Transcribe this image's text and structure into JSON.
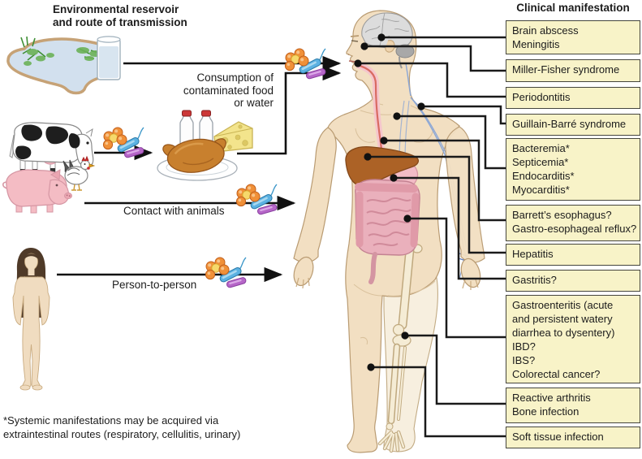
{
  "headers": {
    "left_line1": "Environmental reservoir",
    "left_line2": "and route of transmission",
    "right": "Clinical manifestation"
  },
  "routes": {
    "consumption_line1": "Consumption of",
    "consumption_line2": "contaminated food",
    "consumption_line3": "or water",
    "contact_animals": "Contact with animals",
    "person_to_person": "Person-to-person"
  },
  "manifestations": [
    {
      "lines": [
        "Brain abscess",
        "Meningitis"
      ]
    },
    {
      "lines": [
        "Miller-Fisher syndrome"
      ]
    },
    {
      "lines": [
        "Periodontitis"
      ]
    },
    {
      "lines": [
        "Guillain-Barré syndrome"
      ]
    },
    {
      "lines": [
        "Bacteremia*",
        "Septicemia*",
        "Endocarditis*",
        "Myocarditis*"
      ]
    },
    {
      "lines": [
        "Barrett’s esophagus?",
        "Gastro-esophageal reflux?"
      ]
    },
    {
      "lines": [
        "Hepatitis"
      ]
    },
    {
      "lines": [
        "Gastritis?"
      ]
    },
    {
      "lines": [
        "Gastroenteritis (acute",
        "and persistent watery",
        "diarrhea to dysentery)",
        "IBD?",
        "IBS?",
        "Colorectal cancer?"
      ]
    },
    {
      "lines": [
        "Reactive arthritis",
        "Bone infection"
      ]
    },
    {
      "lines": [
        "Soft tissue infection"
      ]
    }
  ],
  "footnote": {
    "line1": "*Systemic manifestations may be acquired via",
    "line2": "extraintestinal routes (respiratory, cellulitis, urinary)"
  },
  "icons": {
    "bacteria": "bacteria-cluster-icon",
    "pond": "pond-reservoir-icon",
    "glass": "water-glass-icon",
    "cow": "cow-icon",
    "hen": "hen-icon",
    "pig": "pig-icon",
    "milk": "milk-bottles-icon",
    "cheese": "cheese-icon",
    "chicken": "roast-chicken-icon",
    "woman": "person-icon",
    "body": "human-body-anatomy-icon"
  },
  "palette": {
    "box_fill": "#f8f3c8",
    "box_border": "#45453d",
    "connector": "#1a1a1a",
    "skin": "#f2dfc2",
    "liver": "#ac6226",
    "stomach": "#f2bcc6",
    "intestine": "#eab0bc",
    "nerve": "#8aa6d6",
    "brain": "#dcdcdc",
    "bone": "#f5ecd5",
    "bacteria_orange": "#f09038",
    "bacteria_blue": "#5cb2e2",
    "bacteria_purple": "#b666c8",
    "pond_water": "#d2e0ee",
    "algae": "#6cb258",
    "cheese": "#f3e48c",
    "milk_cap": "#cc3838",
    "chicken": "#c8802e"
  }
}
